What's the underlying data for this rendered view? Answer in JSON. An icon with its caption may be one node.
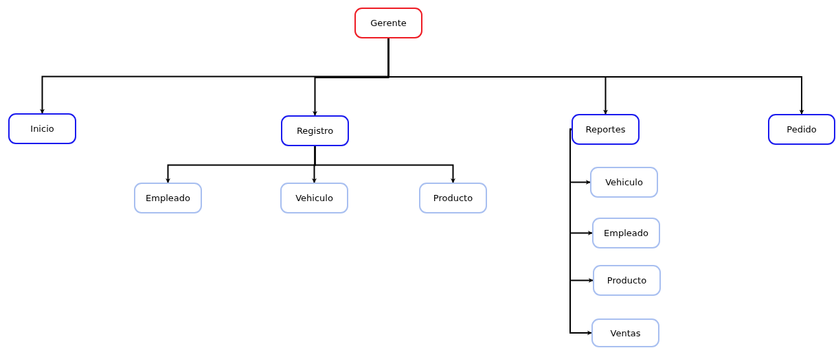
{
  "diagram": {
    "nodes": [
      {
        "text": [
          "Gerente"
        ]
      },
      {
        "text": [
          "Inicio"
        ]
      },
      {
        "text": [
          "Registro"
        ]
      },
      {
        "text": [
          "Reportes"
        ]
      },
      {
        "text": [
          "Pedido"
        ]
      },
      {
        "text": [
          "Empleado"
        ]
      },
      {
        "text": [
          "Vehiculo"
        ]
      },
      {
        "text": [
          "Producto"
        ]
      },
      {
        "text": [
          "Vehiculo"
        ]
      },
      {
        "text": [
          "Empleado"
        ]
      },
      {
        "text": [
          "Producto"
        ]
      },
      {
        "text": [
          "Ventas"
        ]
      }
    ],
    "edges": [
      {
        "from": 0,
        "to": 1,
        "arrow": "to"
      },
      {
        "from": 0,
        "to": 2,
        "arrow": "to"
      },
      {
        "from": 0,
        "to": 3,
        "arrow": "to"
      },
      {
        "from": 0,
        "to": 4,
        "arrow": "to"
      },
      {
        "from": 2,
        "to": 5,
        "arrow": "to"
      },
      {
        "from": 2,
        "to": 6,
        "arrow": "to"
      },
      {
        "from": 2,
        "to": 7,
        "arrow": "to"
      },
      {
        "from": 3,
        "to": 8,
        "arrow": "to"
      },
      {
        "from": 3,
        "to": 9,
        "arrow": "to"
      },
      {
        "from": 3,
        "to": 10,
        "arrow": "to"
      },
      {
        "from": 3,
        "to": 11,
        "arrow": "to"
      }
    ]
  }
}
